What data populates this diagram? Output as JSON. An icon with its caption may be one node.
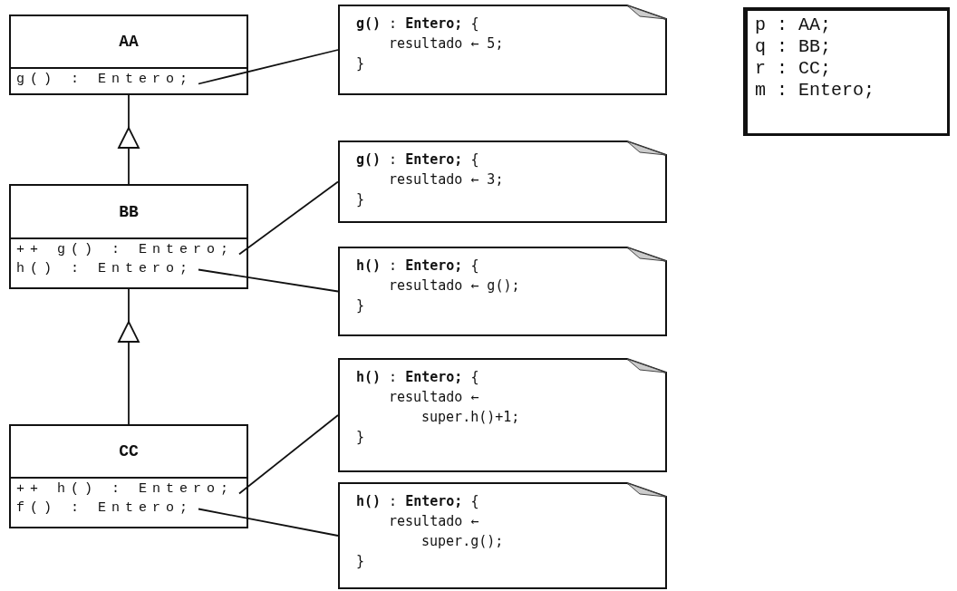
{
  "diagram": {
    "nodes": [
      {
        "text": [
          "AA"
        ]
      },
      {
        "text": [
          "g() : Entero;"
        ],
        "in": 0
      },
      {
        "text": [
          "BB"
        ]
      },
      {
        "text": [
          "++ g() : Entero;"
        ],
        "in": 2
      },
      {
        "text": [
          "h() : Entero;"
        ],
        "in": 2
      },
      {
        "text": [
          "CC"
        ]
      },
      {
        "text": [
          "++ h() : Entero;"
        ],
        "in": 5
      },
      {
        "text": [
          "f() : Entero;"
        ],
        "in": 5
      },
      {
        "text": [
          "**g()** : **Entero;** {",
          "resultado ← 5;",
          "}"
        ]
      },
      {
        "text": [
          "**g()** : **Entero;** {",
          "resultado ← 3;",
          "}"
        ]
      },
      {
        "text": [
          "**h()** : **Entero;** {",
          "resultado ← g();",
          "}"
        ]
      },
      {
        "text": [
          "**h()** : **Entero;** {",
          "resultado ←",
          "super.h()+1;",
          "}"
        ]
      },
      {
        "text": [
          "**h()** : **Entero;** {",
          "resultado ←",
          "super.g();",
          "}"
        ]
      },
      {
        "text": [
          "p : AA;",
          "q : BB;",
          "r : CC;",
          "m : Entero;"
        ]
      }
    ],
    "edges": [
      {
        "from": 2,
        "to": 0,
        "arrow": "to"
      },
      {
        "from": 5,
        "to": 2,
        "arrow": "to"
      },
      {
        "from": 1,
        "to": 8,
        "arrow": "none"
      },
      {
        "from": 3,
        "to": 9,
        "arrow": "none"
      },
      {
        "from": 4,
        "to": 10,
        "arrow": "none"
      },
      {
        "from": 6,
        "to": 11,
        "arrow": "none"
      },
      {
        "from": 7,
        "to": 12,
        "arrow": "none"
      }
    ]
  }
}
